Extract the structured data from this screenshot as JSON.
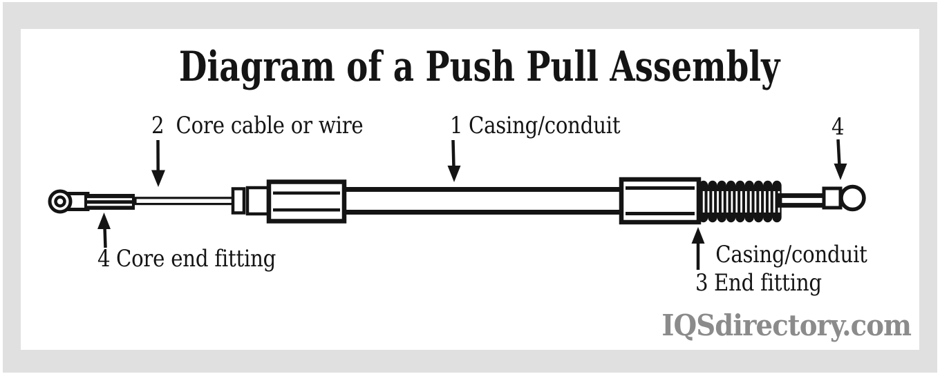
{
  "title": "Diagram of a Push Pull Assembly",
  "watermark": "IQSdirectory.com",
  "colors": {
    "frame": "#e0e0e0",
    "canvas": "#ffffff",
    "ink": "#141414",
    "watermark": "#8b8b8b"
  },
  "labels": {
    "core_cable": {
      "number": "2",
      "text": "Core cable or wire"
    },
    "casing_conduit": {
      "number": "1",
      "text": "Casing/conduit"
    },
    "ball_end": {
      "number": "4"
    },
    "core_end_fitting": {
      "number": "4",
      "text": "Core end fitting"
    },
    "casing_end_fitting": {
      "number": "3",
      "line1": "Casing/conduit",
      "line2": "End fitting"
    }
  },
  "parts": [
    {
      "number": "1",
      "name": "Casing/conduit"
    },
    {
      "number": "2",
      "name": "Core cable or wire"
    },
    {
      "number": "3",
      "name": "Casing/conduit end fitting"
    },
    {
      "number": "4",
      "name": "Core end fitting"
    }
  ]
}
